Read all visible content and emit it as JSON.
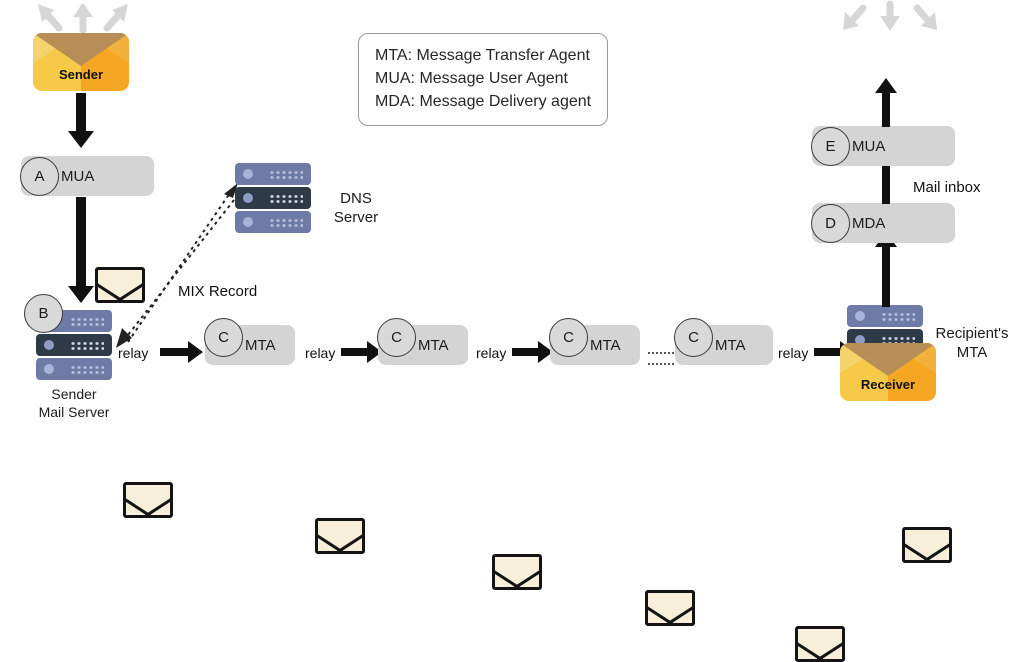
{
  "diagram": {
    "title": "Email delivery path: Sender to Receiver",
    "colors": {
      "node_fill": "#d4d4d4",
      "badge_fill": "#d9d9d9",
      "server_light": "#6d7ba6",
      "server_dark": "#2e3a47",
      "envelope_yellow": "#f7c948",
      "envelope_orange": "#f5a623",
      "envelope_flap": "#b78f56",
      "mail_paper": "#f7efd9",
      "arrow": "#111111",
      "hint_arrow": "#d6d6d6"
    }
  },
  "legend": {
    "lines": [
      "MTA: Message Transfer Agent",
      "MUA: Message User Agent",
      "MDA: Message Delivery agent"
    ]
  },
  "sender": {
    "label": "Sender",
    "hint_arrows": [
      "arrow-up-left",
      "arrow-up",
      "arrow-up-right"
    ]
  },
  "receiver": {
    "label": "Receiver",
    "hint_arrows": [
      "arrow-down-left",
      "arrow-down",
      "arrow-down-right"
    ]
  },
  "nodes": {
    "mua_send": {
      "badge": "A",
      "label": "MUA"
    },
    "mua_recv": {
      "badge": "E",
      "label": "MUA"
    },
    "mda": {
      "badge": "D",
      "label": "MDA"
    },
    "mta_chain": [
      {
        "badge": "C",
        "label": "MTA"
      },
      {
        "badge": "C",
        "label": "MTA"
      },
      {
        "badge": "C",
        "label": "MTA"
      },
      {
        "badge": "C",
        "label": "MTA"
      }
    ]
  },
  "servers": {
    "sender_mail_server": {
      "badge": "B",
      "caption_line1": "Sender",
      "caption_line2": "Mail Server"
    },
    "dns": {
      "caption_line1": "DNS",
      "caption_line2": "Server"
    },
    "recipient_mta": {
      "caption_line1": "Recipient's",
      "caption_line2": "MTA"
    }
  },
  "labels": {
    "mix_record": "MIX Record",
    "mail_inbox": "Mail inbox",
    "relay": [
      "relay",
      "relay",
      "relay",
      "relay"
    ]
  }
}
